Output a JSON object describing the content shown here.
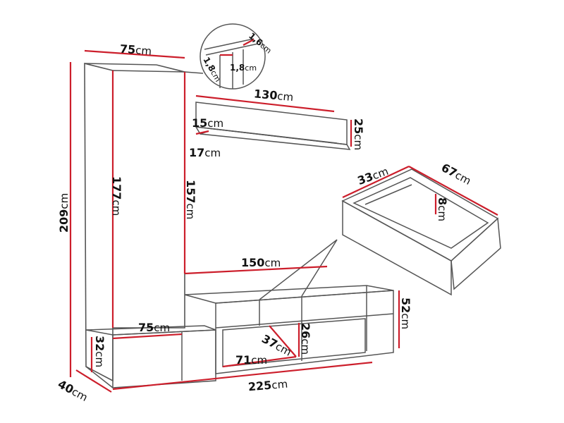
{
  "colors": {
    "outline": "#555555",
    "dimension_line": "#cc1e2b",
    "text": "#111111",
    "background": "#ffffff"
  },
  "unit": "cm",
  "dimensions": {
    "wardrobe_width": "75",
    "wardrobe_total_height": "209",
    "wardrobe_inner_height": "177",
    "wardrobe_side_height": "157",
    "shelf_width": "130",
    "shelf_depth_1": "15",
    "shelf_depth_2": "17",
    "shelf_height": "25",
    "detail_thickness_1": "1,6",
    "detail_thickness_2": "1,8",
    "detail_thickness_3": "1,8",
    "drawer_depth": "33",
    "drawer_width": "67",
    "drawer_height": "8",
    "bench_width": "150",
    "bench_height": "52",
    "lower_shelf_width": "75",
    "lower_shelf_height": "32",
    "compartment_width": "71",
    "compartment_depth": "37",
    "compartment_height": "26",
    "total_width": "225",
    "total_depth": "40"
  }
}
